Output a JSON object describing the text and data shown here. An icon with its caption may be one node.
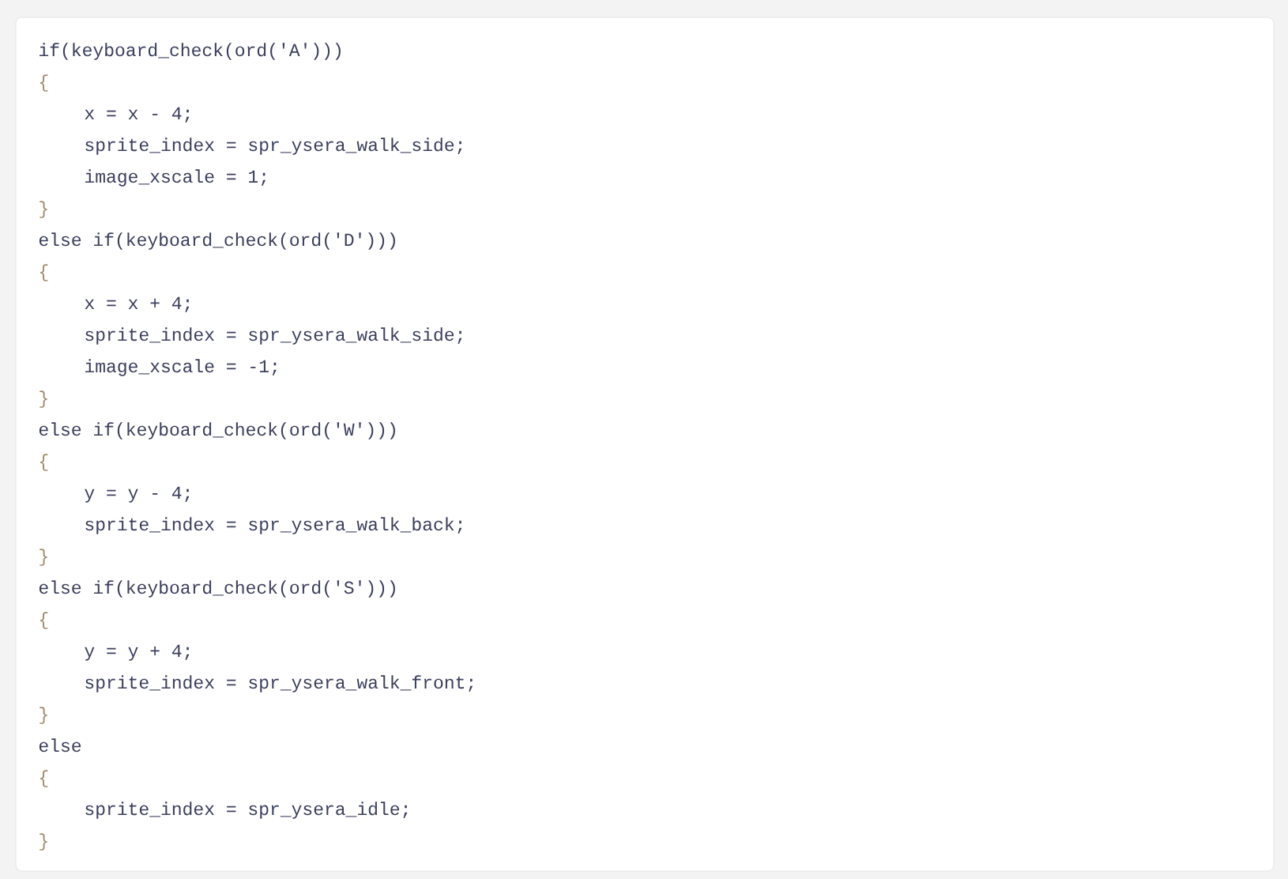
{
  "diagram": {
    "labels": [
      "if(keyboard_check(ord('A')))",
      "{",
      "x = x - 4;",
      "sprite_index = spr_ysera_walk_side;",
      "image_xscale = 1;",
      "}",
      "else if(keyboard_check(ord('D')))",
      "{",
      "x = x + 4;",
      "sprite_index = spr_ysera_walk_side;",
      "image_xscale = -1;",
      "}",
      "else if(keyboard_check(ord('W')))",
      "{",
      "y = y - 4;",
      "sprite_index = spr_ysera_walk_back;",
      "}",
      "else if(keyboard_check(ord('S')))",
      "{",
      "y = y + 4;",
      "sprite_index = spr_ysera_walk_front;",
      "}",
      "else",
      "{",
      "sprite_index = spr_ysera_idle;",
      "}"
    ]
  }
}
